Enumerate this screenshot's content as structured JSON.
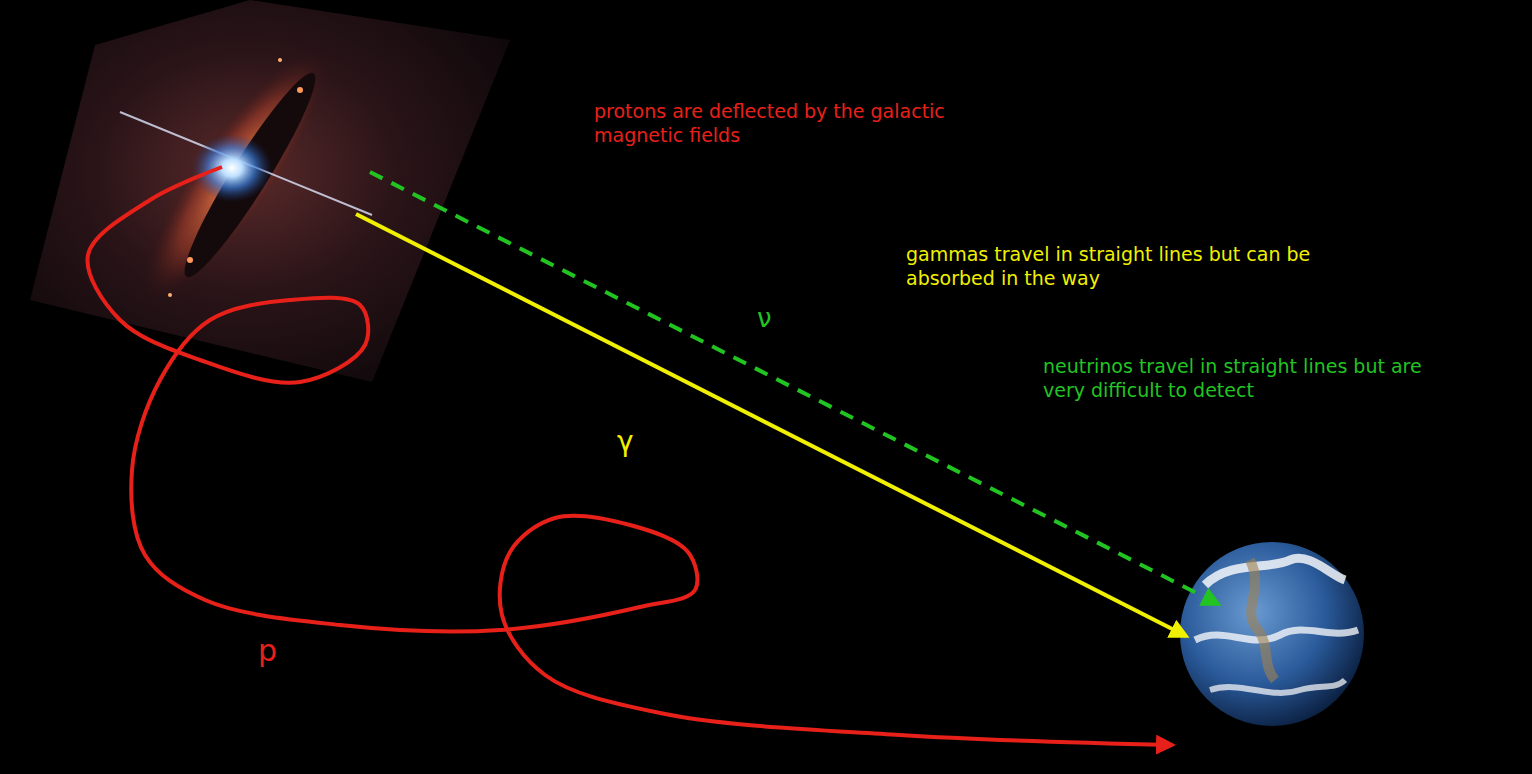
{
  "diagram": {
    "labels": [
      "protons are deflected by the galactic magnetic fields",
      "ν",
      "gammas travel in straight lines but can be absorbed in the way",
      "γ",
      "neutrinos travel in straight lines but are very difficult to detect",
      "p"
    ]
  }
}
